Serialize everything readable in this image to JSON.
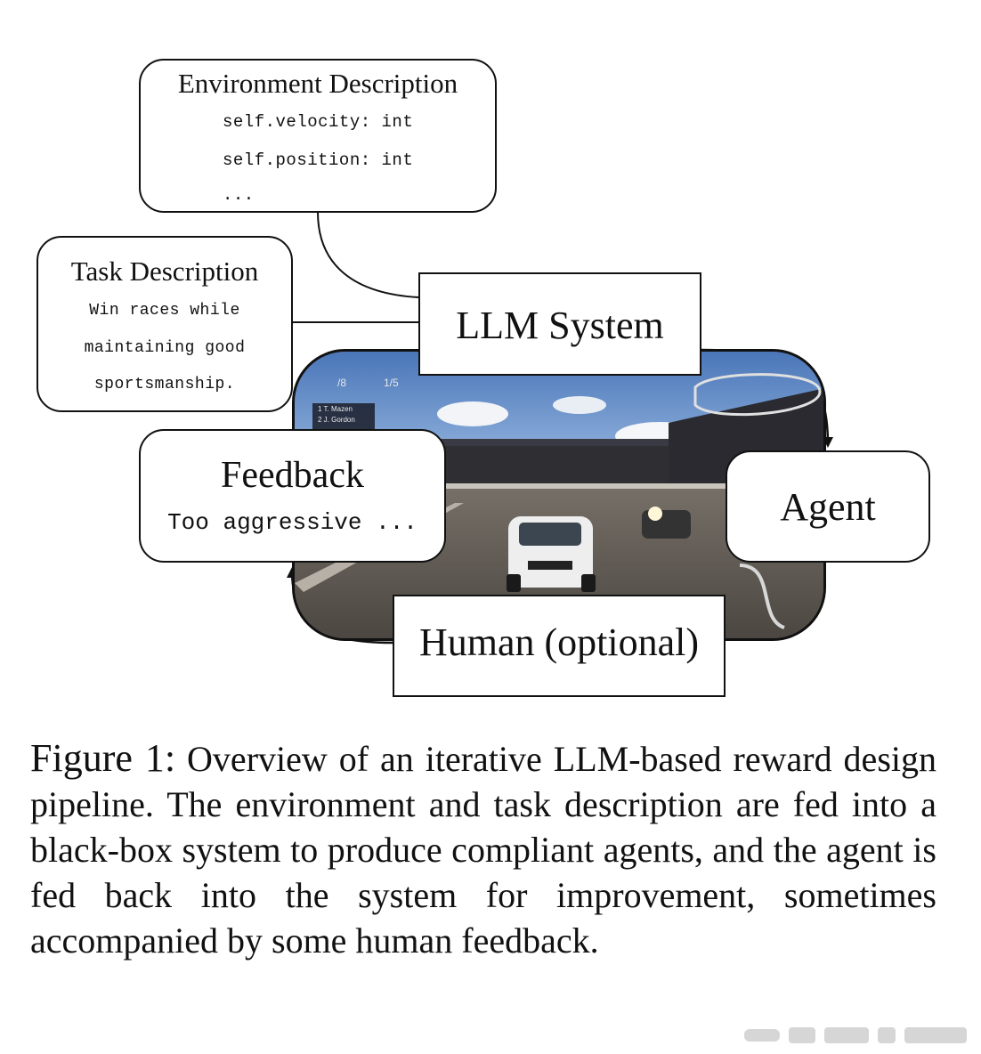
{
  "env": {
    "title": "Environment Description",
    "lines": [
      "self.velocity: int",
      "self.position: int",
      "..."
    ]
  },
  "task": {
    "title": "Task Description",
    "lines": [
      "Win races while",
      "maintaining good",
      "sportsmanship."
    ]
  },
  "llm": {
    "title": "LLM System"
  },
  "feedback": {
    "title": "Feedback",
    "text": "Too aggressive ..."
  },
  "agent": {
    "title": "Agent"
  },
  "human": {
    "title": "Human (optional)"
  },
  "game_hud": {
    "pos": "/8",
    "lap": "1/5",
    "leaderboard": [
      "1  T. Mazen",
      "2  J. Gordon"
    ]
  },
  "caption": {
    "label": "Figure 1:",
    "text": " Overview of an iterative LLM-based reward design pipeline. The environment and task description are fed into a black-box system to produce compliant agents, and the agent is fed back into the system for improvement, sometimes accompanied by some human feedback."
  },
  "colors": {
    "ink": "#111111",
    "background": "#ffffff",
    "sky": "#5b87c4",
    "track": "#5e5852"
  }
}
